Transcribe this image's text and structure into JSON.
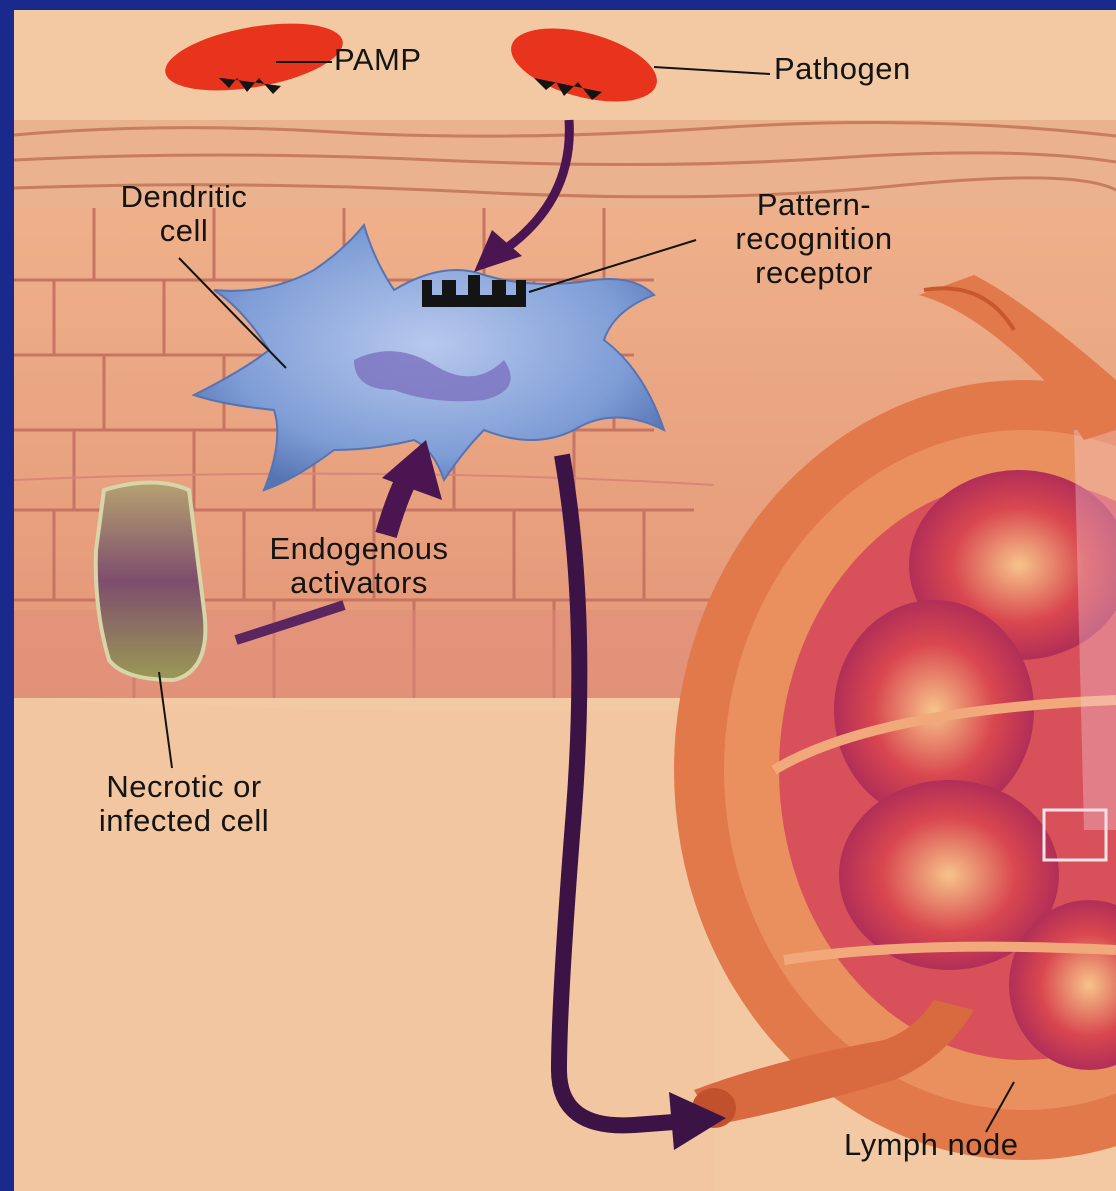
{
  "diagram": {
    "labels": {
      "pamp": "PAMP",
      "pathogen": "Pathogen",
      "dendritic_cell_line1": "Dendritic",
      "dendritic_cell_line2": "cell",
      "prr_line1": "Pattern-",
      "prr_line2": "recognition",
      "prr_line3": "receptor",
      "endogenous_line1": "Endogenous",
      "endogenous_line2": "activators",
      "necrotic_line1": "Necrotic or",
      "necrotic_line2": "infected cell",
      "lymph_node": "Lymph node"
    },
    "colors": {
      "frame": "#1a2a8c",
      "pathogen": "#e8341c",
      "dendritic_cell": "#7f9ed6",
      "arrow": "#4a1550",
      "lymph_node": "#e2794a",
      "epithelium": "#e9a37c"
    }
  }
}
